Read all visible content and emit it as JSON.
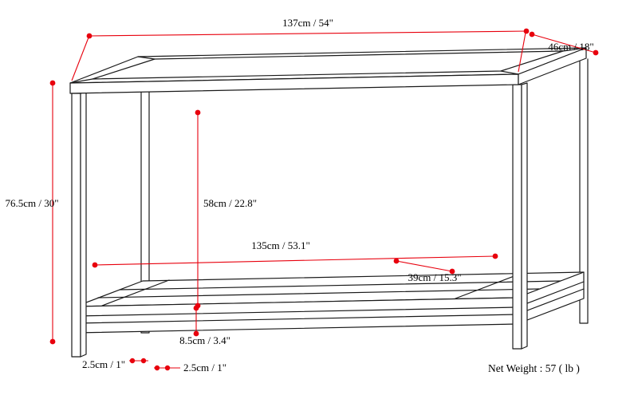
{
  "diagram": {
    "net_weight_label": "Net Weight : 57 ( lb )",
    "dimensions": {
      "top_width": "137cm / 54\"",
      "top_depth": "46cm / 18\"",
      "overall_height": "76.5cm / 30\"",
      "top_to_shelf_height": "58cm / 22.8\"",
      "shelf_width": "135cm / 53.1\"",
      "shelf_depth": "39cm / 15.3\"",
      "shelf_frame_height": "8.5cm / 3.4\"",
      "leg_width": "2.5cm / 1\"",
      "leg_depth": "2.5cm / 1\""
    },
    "colors": {
      "dimension_line": "#e8000d",
      "drawing_line": "#1a1a1a",
      "label_text": "#000000",
      "background": "#ffffff"
    }
  }
}
